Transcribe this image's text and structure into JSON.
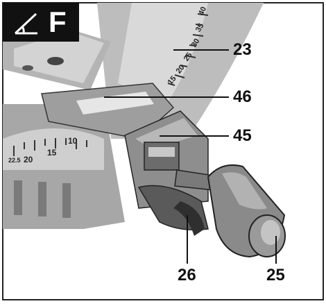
{
  "figure": {
    "badge": {
      "letter": "F",
      "icon": "miter-angle-icon"
    },
    "callouts": {
      "c23": "23",
      "c46": "46",
      "c45": "45",
      "c26": "26",
      "c25": "25"
    },
    "scale_left": [
      "10",
      "15",
      "20",
      "22.5"
    ],
    "scale_right": [
      "40",
      "35",
      "30",
      "25",
      "20",
      "15"
    ],
    "colors": {
      "metal": "#9a9a9a",
      "dark": "#3a3a3a",
      "light": "#d6d6d6",
      "badge": "#111111"
    }
  }
}
